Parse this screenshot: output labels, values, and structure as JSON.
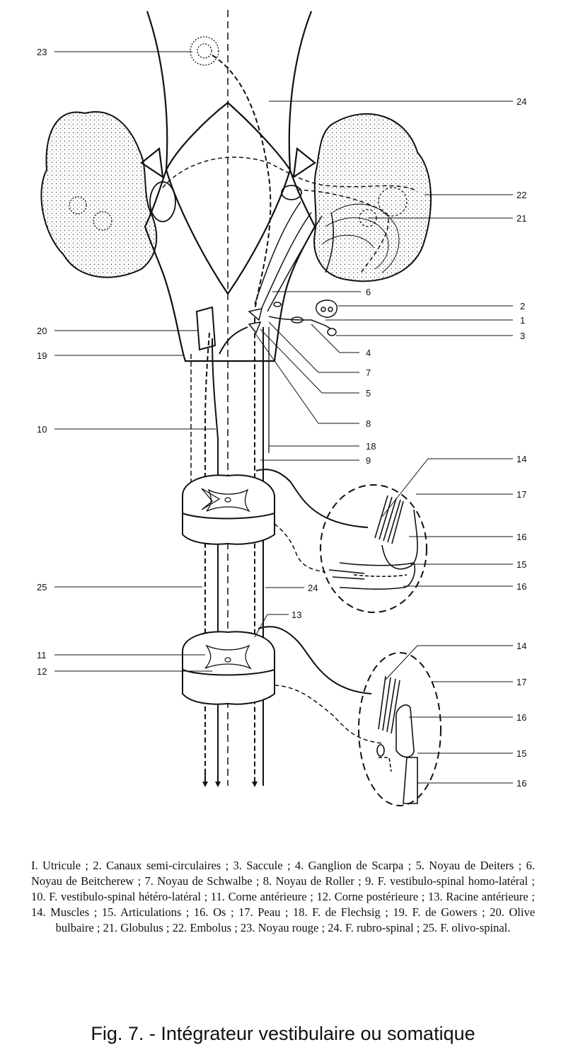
{
  "diagram": {
    "labels": [
      {
        "id": "23",
        "text": "23"
      },
      {
        "id": "24a",
        "text": "24"
      },
      {
        "id": "22",
        "text": "22"
      },
      {
        "id": "21",
        "text": "21"
      },
      {
        "id": "6",
        "text": "6"
      },
      {
        "id": "2",
        "text": "2"
      },
      {
        "id": "1",
        "text": "1"
      },
      {
        "id": "3",
        "text": "3"
      },
      {
        "id": "20",
        "text": "20"
      },
      {
        "id": "4",
        "text": "4"
      },
      {
        "id": "19",
        "text": "19"
      },
      {
        "id": "7",
        "text": "7"
      },
      {
        "id": "5",
        "text": "5"
      },
      {
        "id": "8",
        "text": "8"
      },
      {
        "id": "10",
        "text": "10"
      },
      {
        "id": "18",
        "text": "18"
      },
      {
        "id": "9",
        "text": "9"
      },
      {
        "id": "14a",
        "text": "14"
      },
      {
        "id": "17a",
        "text": "17"
      },
      {
        "id": "16a",
        "text": "16"
      },
      {
        "id": "15a",
        "text": "15"
      },
      {
        "id": "16b",
        "text": "16"
      },
      {
        "id": "25",
        "text": "25"
      },
      {
        "id": "24b",
        "text": "24"
      },
      {
        "id": "13",
        "text": "13"
      },
      {
        "id": "14b",
        "text": "14"
      },
      {
        "id": "11",
        "text": "11"
      },
      {
        "id": "12",
        "text": "12"
      },
      {
        "id": "17b",
        "text": "17"
      },
      {
        "id": "16c",
        "text": "16"
      },
      {
        "id": "15b",
        "text": "15"
      },
      {
        "id": "16d",
        "text": "16"
      }
    ]
  },
  "legend": [
    "I. Utricule",
    "2. Canaux semi-circulaires",
    "3. Saccule",
    "4. Ganglion de Scarpa",
    "5. Noyau de Deiters",
    "6. Noyau de Beitcherew",
    "7. Noyau de Schwalbe",
    "8. Noyau de Roller",
    "9. F. vestibulo-spinal homo-latéral",
    "10. F. vestibulo-spinal hétéro-latéral",
    "11. Corne antérieure",
    "12. Corne postérieure",
    "13. Racine antérieure",
    "14. Muscles",
    "15. Articulations",
    "16. Os",
    "17. Peau",
    "18. F. de Flechsig",
    "19. F. de Gowers",
    "20. Olive bulbaire",
    "21. Globulus",
    "22. Embolus",
    "23. Noyau rouge",
    "24. F. rubro-spinal",
    "25. F. olivo-spinal."
  ],
  "legend_separator": " ; ",
  "caption": "Fig. 7. - Intégrateur vestibulaire ou somatique"
}
